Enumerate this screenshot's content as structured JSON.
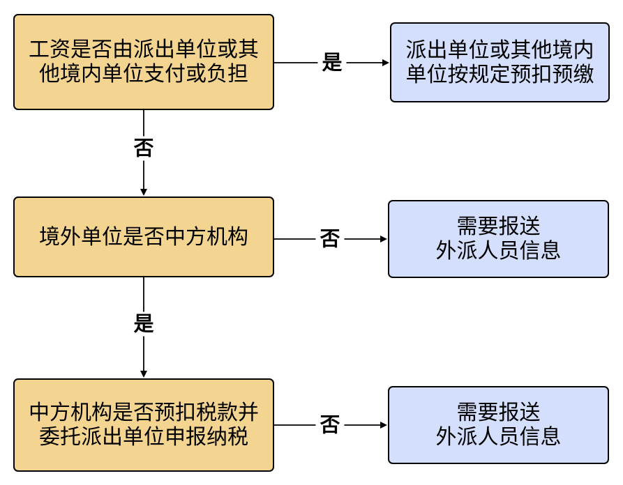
{
  "colors": {
    "decision_fill": "#F3D591",
    "outcome_fill": "#D3DFFC",
    "stroke": "#000000",
    "background": "#FFFFFF"
  },
  "nodes": {
    "q1": {
      "lines": [
        "工资是否由派出单位或其",
        "他境内单位支付或负担"
      ]
    },
    "a1": {
      "lines": [
        "派出单位或其他境内",
        "单位按规定预扣预缴"
      ]
    },
    "q2": {
      "lines": [
        "境外单位是否中方机构"
      ]
    },
    "a2": {
      "lines": [
        "需要报送",
        "外派人员信息"
      ]
    },
    "q3": {
      "lines": [
        "中方机构是否预扣税款并",
        "委托派出单位申报纳税"
      ]
    },
    "a3": {
      "lines": [
        "需要报送",
        "外派人员信息"
      ]
    }
  },
  "edges": {
    "q1_to_a1": {
      "label": "是"
    },
    "q1_to_q2": {
      "label": "否"
    },
    "q2_to_a2": {
      "label": "否"
    },
    "q2_to_q3": {
      "label": "是"
    },
    "q3_to_a3": {
      "label": "否"
    }
  }
}
